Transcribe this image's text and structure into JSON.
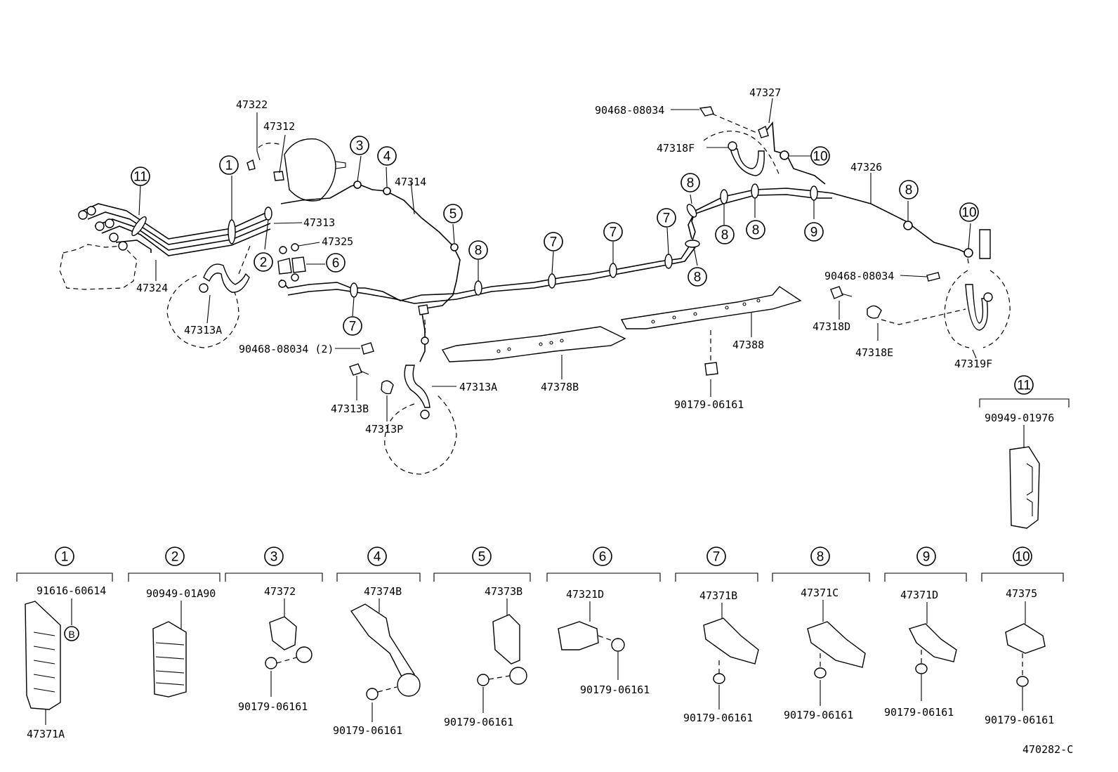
{
  "callouts": [
    "1",
    "2",
    "3",
    "4",
    "5",
    "6",
    "7",
    "8",
    "9",
    "10",
    "11"
  ],
  "labels": {
    "p47322": "47322",
    "p47312": "47312",
    "p47314": "47314",
    "p47313": "47313",
    "p47325": "47325",
    "p47324": "47324",
    "p47313A_left": "47313A",
    "p90468_2": "90468-08034 (2)",
    "p47313B": "47313B",
    "p47313P": "47313P",
    "p47313A_mid": "47313A",
    "p47378B": "47378B",
    "p47388": "47388",
    "p90179_mid": "90179-06161",
    "p47327": "47327",
    "p90468_top": "90468-08034",
    "p47318F": "47318F",
    "p47326": "47326",
    "p90468_right": "90468-08034",
    "p47318D": "47318D",
    "p47318E": "47318E",
    "p47319F": "47319F",
    "p90949_01976": "90949-01976",
    "p91616": "91616-60614",
    "b_marker": "B",
    "p47371A": "47371A",
    "p90949_01A90": "90949-01A90",
    "p47372": "47372",
    "p47374B": "47374B",
    "p47373B": "47373B",
    "p47321D": "47321D",
    "p47371B": "47371B",
    "p47371C": "47371C",
    "p47371D": "47371D",
    "p47375": "47375",
    "bolt3": "90179-06161",
    "bolt4": "90179-06161",
    "bolt5": "90179-06161",
    "bolt6": "90179-06161",
    "bolt7": "90179-06161",
    "bolt8": "90179-06161",
    "bolt9": "90179-06161",
    "bolt10": "90179-06161",
    "figure_code": "470282-C"
  }
}
